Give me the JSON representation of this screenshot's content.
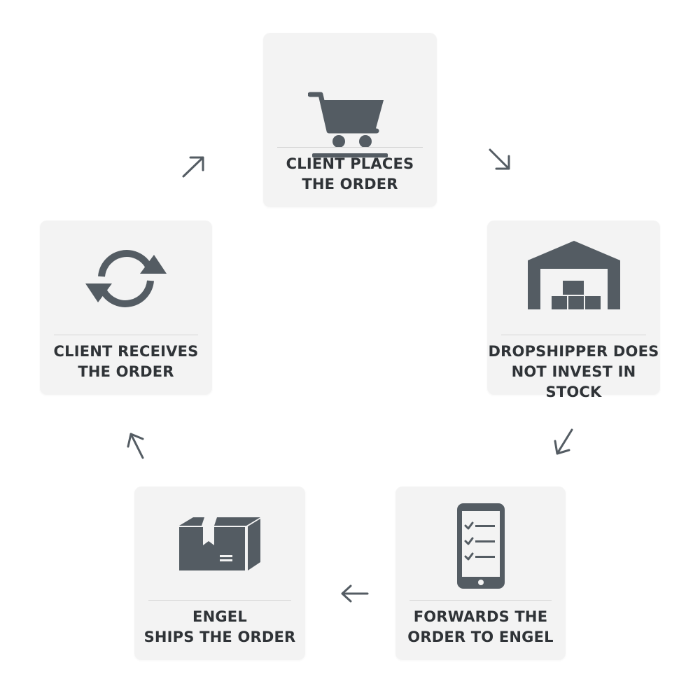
{
  "colors": {
    "icon": "#545c63",
    "card": "#f3f3f3",
    "text": "#2f3337",
    "arrow": "#545c63"
  },
  "steps": [
    {
      "icon": "shopping-cart-icon",
      "lines": [
        "CLIENT PLACES",
        "THE ORDER"
      ]
    },
    {
      "icon": "warehouse-icon",
      "lines": [
        "DROPSHIPPER DOES",
        "NOT INVEST IN STOCK"
      ]
    },
    {
      "icon": "mobile-checklist-icon",
      "lines": [
        "FORWARDS THE",
        "ORDER TO ENGEL"
      ]
    },
    {
      "icon": "package-box-icon",
      "lines": [
        "ENGEL",
        "SHIPS THE ORDER"
      ]
    },
    {
      "icon": "refresh-cycle-icon",
      "lines": [
        "CLIENT RECEIVES",
        "THE ORDER"
      ]
    }
  ]
}
